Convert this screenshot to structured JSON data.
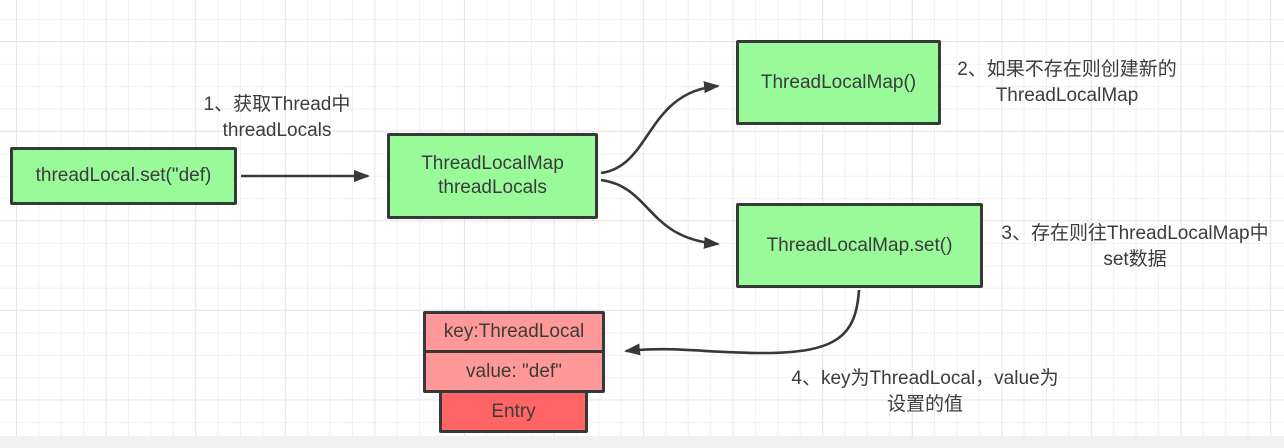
{
  "diagram": {
    "title": "ThreadLocal set flow diagram",
    "nodes": {
      "start": {
        "label": "threadLocal.set(\"def)"
      },
      "map": {
        "line1": "ThreadLocalMap",
        "line2": "threadLocals"
      },
      "ctor": {
        "label": "ThreadLocalMap()"
      },
      "set": {
        "label": "ThreadLocalMap.set()"
      },
      "entry": {
        "key": "key:ThreadLocal",
        "value": "value: \"def\"",
        "title": "Entry"
      }
    },
    "annotations": [
      {
        "line1": "1、获取Thread中",
        "line2": "threadLocals"
      },
      {
        "line1": "2、如果不存在则创建新的",
        "line2": "ThreadLocalMap"
      },
      {
        "line1": "3、存在则往ThreadLocalMap中",
        "line2": "set数据"
      },
      {
        "line1": "4、key为ThreadLocal，value为",
        "line2": "设置的值"
      }
    ],
    "edges": [
      {
        "from": "start",
        "to": "map"
      },
      {
        "from": "map",
        "to": "ctor"
      },
      {
        "from": "map",
        "to": "set"
      },
      {
        "from": "set",
        "to": "entry"
      }
    ]
  },
  "colors": {
    "green": "#98FA98",
    "pink": "#FF9898",
    "red": "#FF6565",
    "stroke": "#383838",
    "text": "#3C3C3C",
    "gridMinor": "#F0F0F1",
    "gridMajor": "#E6E6E8",
    "strip": "#F1F1F3"
  }
}
